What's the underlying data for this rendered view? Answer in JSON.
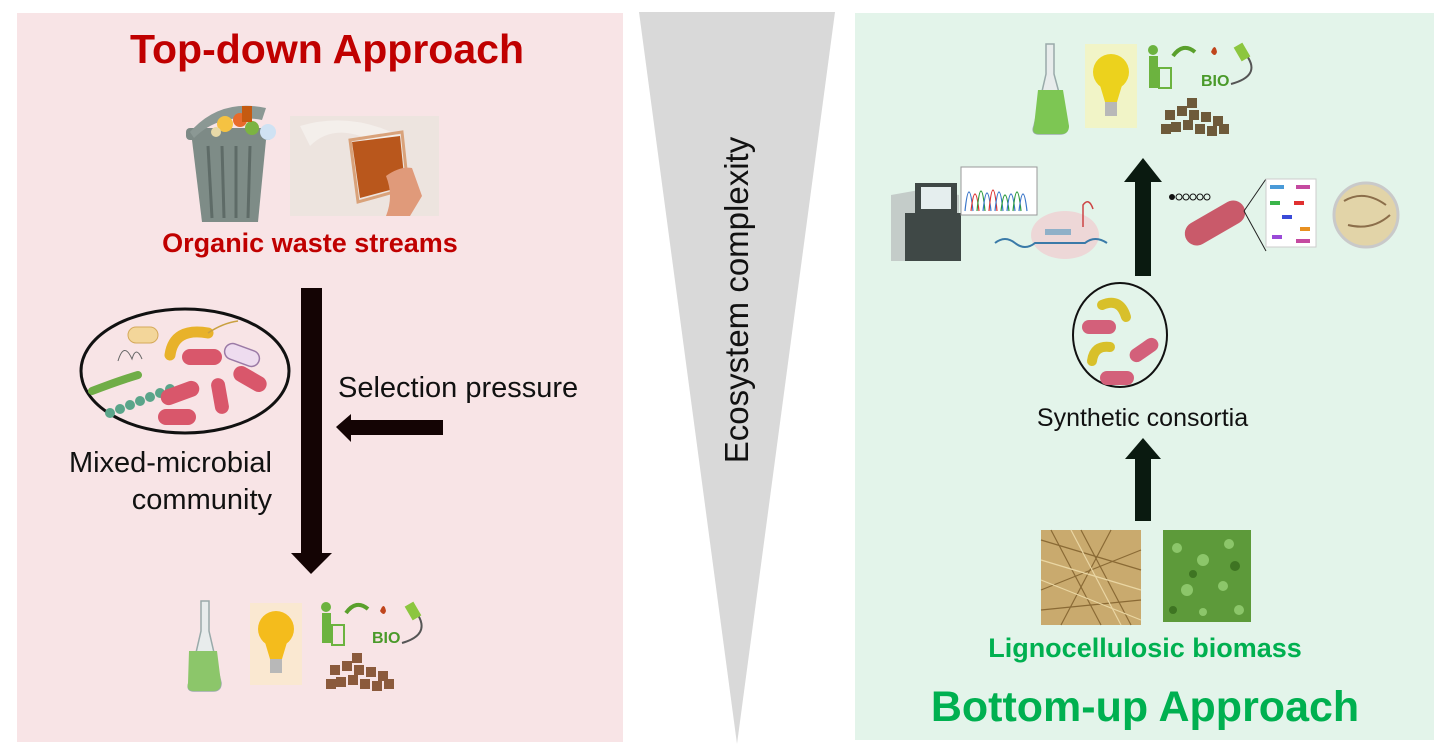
{
  "left": {
    "title": "Top-down Approach",
    "input_label": "Organic waste streams",
    "community_label_line1": "Mixed-microbial",
    "community_label_line2": "community",
    "pressure_label": "Selection pressure",
    "input_icons": [
      "trash-can-food-waste-icon",
      "spilled-beer-mug-icon"
    ],
    "output_icons": [
      "flask-green-liquid-icon",
      "light-bulb-icon",
      "recycle-person-icon",
      "biofuel-pump-icon",
      "pellets-icon"
    ]
  },
  "center": {
    "axis_label": "Ecosystem complexity"
  },
  "right": {
    "title": "Bottom-up Approach",
    "input_label": "Lignocellulosic biomass",
    "consortia_label": "Synthetic consortia",
    "input_icons": [
      "straw-image-icon",
      "grass-clippings-image-icon"
    ],
    "tool_icons": [
      "sequencer-instrument-icon",
      "chromatogram-icon",
      "crispr-dna-icon",
      "engineered-bacterium-icon",
      "metabolic-map-icon",
      "petri-dish-icon"
    ],
    "output_icons": [
      "flask-green-liquid-icon",
      "light-bulb-icon",
      "recycle-person-icon",
      "biofuel-pump-icon",
      "pellets-icon"
    ]
  },
  "colors": {
    "left_bg": "#f8e4e6",
    "right_bg": "#e3f4ea",
    "red_title": "#c00000",
    "green_title": "#00b050",
    "triangle": "#d9d9d9",
    "arrow": "#140404"
  }
}
